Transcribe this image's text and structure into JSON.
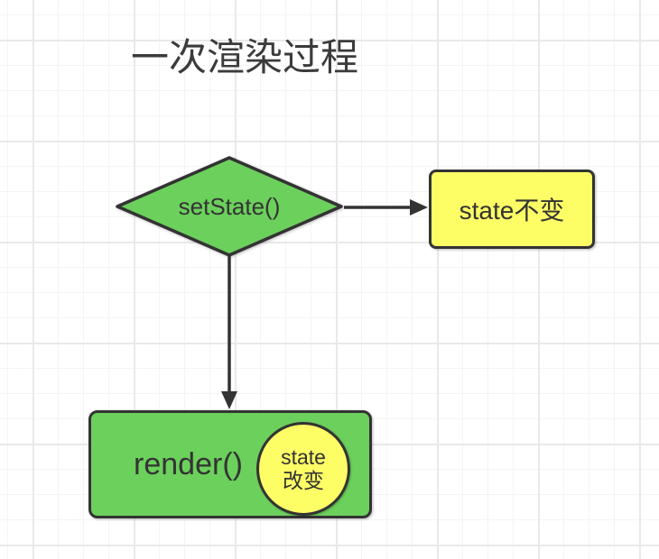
{
  "diagram": {
    "title": "一次渲染过程",
    "nodes": {
      "setstate": {
        "shape": "diamond",
        "label": "setState()"
      },
      "state_unchanged": {
        "shape": "rounded-rect",
        "label": "state不变"
      },
      "render": {
        "shape": "rounded-rect",
        "label": "render()"
      },
      "state_changed": {
        "shape": "circle",
        "line1": "state",
        "line2": "改变"
      }
    },
    "connectors": {
      "setstate_to_state_unchanged": {
        "from": "setState()",
        "to": "state不变",
        "direction": "right"
      },
      "setstate_to_render": {
        "from": "setState()",
        "to": "render()",
        "direction": "down"
      }
    },
    "colors": {
      "node_green": "#6CD05C",
      "node_yellow": "#FDFD66",
      "stroke": "#333333",
      "title_text": "#3B3B3B",
      "canvas_bg": "#FFFFFF",
      "grid_minor": "#F4F4F4",
      "grid_major": "#E9E9E9"
    }
  }
}
